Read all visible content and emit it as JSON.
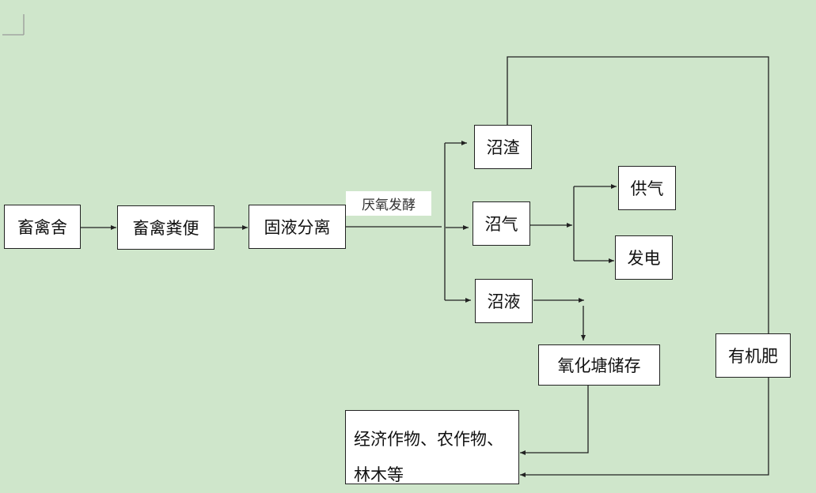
{
  "nodes": {
    "shed": "畜禽舍",
    "manure": "畜禽粪便",
    "separation": "固液分离",
    "anaerobic_label": "厌氧发酵",
    "residue": "沼渣",
    "biogas": "沼气",
    "slurry": "沼液",
    "gas_supply": "供气",
    "power": "发电",
    "pond": "氧化塘储存",
    "fertilizer": "有机肥",
    "crops": "经济作物、农作物、林木等"
  },
  "colors": {
    "background": "#cfe6cb",
    "box": "#ffffff",
    "line": "#222222"
  }
}
